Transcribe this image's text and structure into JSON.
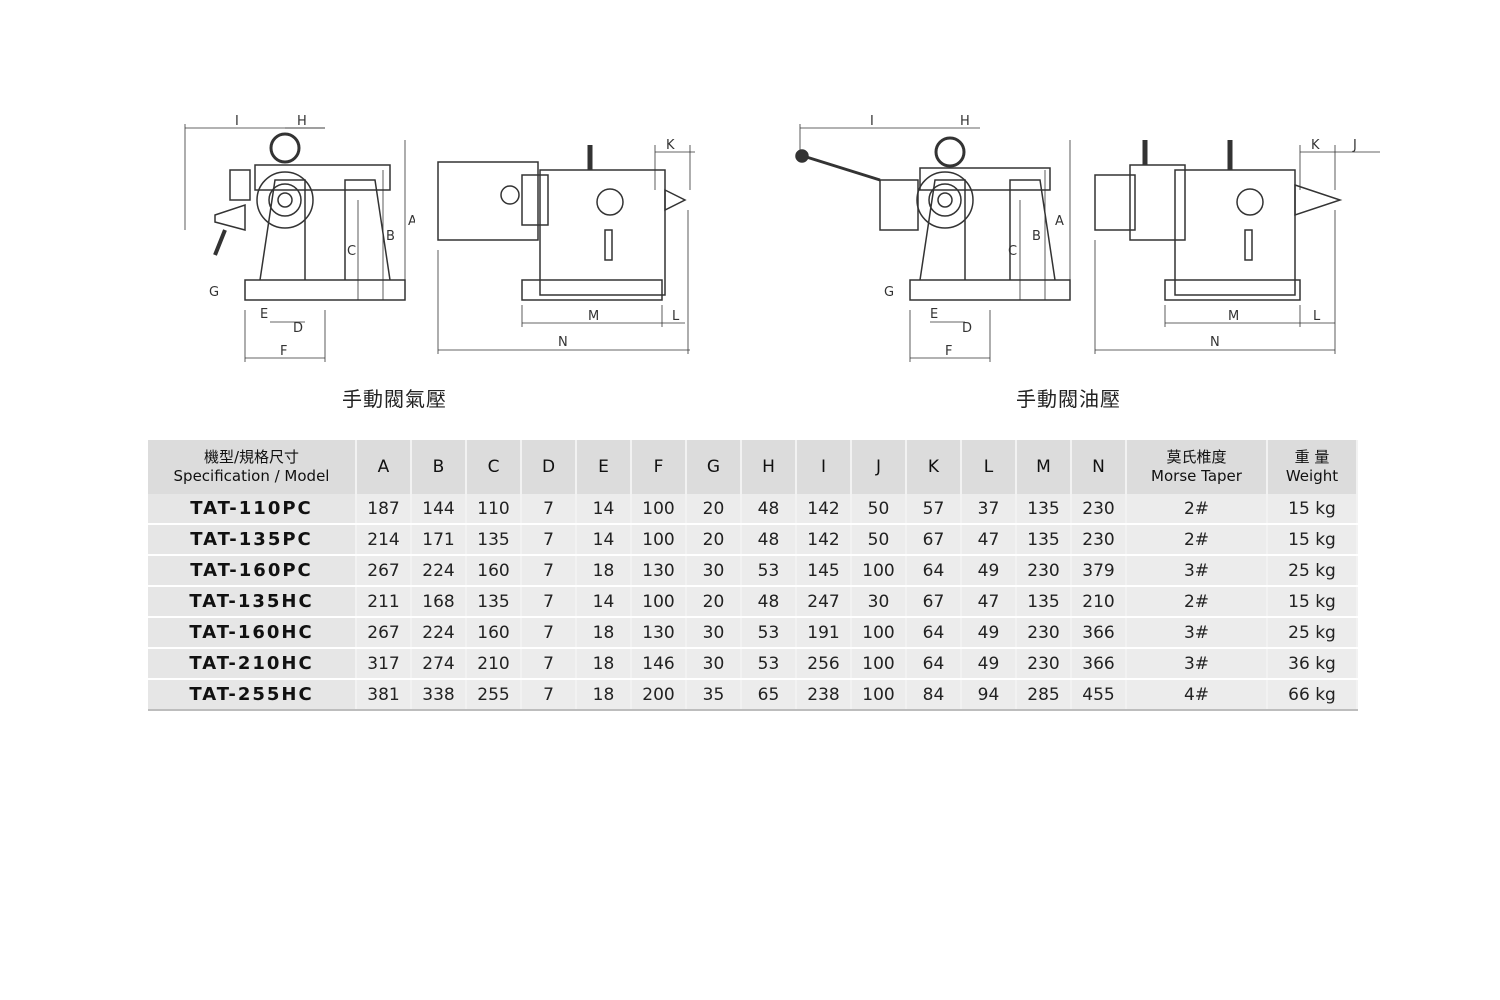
{
  "captions": {
    "left": "手動閥氣壓",
    "right": "手動閥油壓"
  },
  "dimension_letters": [
    "A",
    "B",
    "C",
    "D",
    "E",
    "F",
    "G",
    "H",
    "I",
    "J",
    "K",
    "L",
    "M",
    "N"
  ],
  "table": {
    "spec_cn": "機型/規格尺寸",
    "spec_en": "Specification / Model",
    "columns": [
      "A",
      "B",
      "C",
      "D",
      "E",
      "F",
      "G",
      "H",
      "I",
      "J",
      "K",
      "L",
      "M",
      "N"
    ],
    "taper_cn": "莫氏椎度",
    "taper_en": "Morse Taper",
    "weight_cn": "重 量",
    "weight_en": "Weight",
    "rows": [
      {
        "model": "TAT-110PC",
        "vals": [
          "187",
          "144",
          "110",
          "7",
          "14",
          "100",
          "20",
          "48",
          "142",
          "50",
          "57",
          "37",
          "135",
          "230"
        ],
        "taper": "2#",
        "weight": "15 kg"
      },
      {
        "model": "TAT-135PC",
        "vals": [
          "214",
          "171",
          "135",
          "7",
          "14",
          "100",
          "20",
          "48",
          "142",
          "50",
          "67",
          "47",
          "135",
          "230"
        ],
        "taper": "2#",
        "weight": "15 kg"
      },
      {
        "model": "TAT-160PC",
        "vals": [
          "267",
          "224",
          "160",
          "7",
          "18",
          "130",
          "30",
          "53",
          "145",
          "100",
          "64",
          "49",
          "230",
          "379"
        ],
        "taper": "3#",
        "weight": "25 kg"
      },
      {
        "model": "TAT-135HC",
        "vals": [
          "211",
          "168",
          "135",
          "7",
          "14",
          "100",
          "20",
          "48",
          "247",
          "30",
          "67",
          "47",
          "135",
          "210"
        ],
        "taper": "2#",
        "weight": "15 kg"
      },
      {
        "model": "TAT-160HC",
        "vals": [
          "267",
          "224",
          "160",
          "7",
          "18",
          "130",
          "30",
          "53",
          "191",
          "100",
          "64",
          "49",
          "230",
          "366"
        ],
        "taper": "3#",
        "weight": "25 kg"
      },
      {
        "model": "TAT-210HC",
        "vals": [
          "317",
          "274",
          "210",
          "7",
          "18",
          "146",
          "30",
          "53",
          "256",
          "100",
          "64",
          "49",
          "230",
          "366"
        ],
        "taper": "3#",
        "weight": "36 kg"
      },
      {
        "model": "TAT-255HC",
        "vals": [
          "381",
          "338",
          "255",
          "7",
          "18",
          "200",
          "35",
          "65",
          "238",
          "100",
          "84",
          "94",
          "285",
          "455"
        ],
        "taper": "4#",
        "weight": "66 kg"
      }
    ]
  }
}
